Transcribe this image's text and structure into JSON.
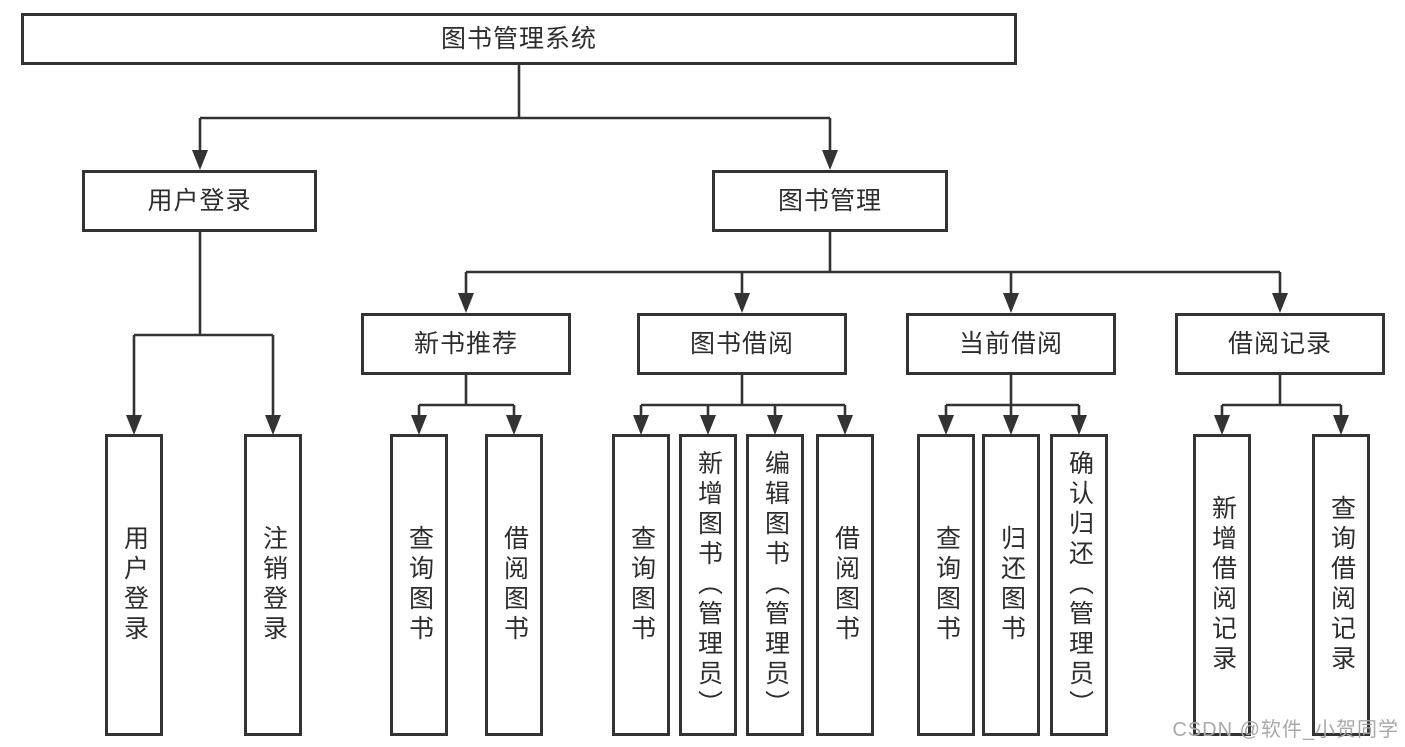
{
  "tree": {
    "label": "图书管理系统",
    "children": [
      {
        "label": "用户登录",
        "children": [
          {
            "label": "用户登录"
          },
          {
            "label": "注销登录"
          }
        ]
      },
      {
        "label": "图书管理",
        "children": [
          {
            "label": "新书推荐",
            "children": [
              {
                "label": "查询图书"
              },
              {
                "label": "借阅图书"
              }
            ]
          },
          {
            "label": "图书借阅",
            "children": [
              {
                "label": "查询图书"
              },
              {
                "label": "新增图书（管理员）"
              },
              {
                "label": "编辑图书（管理员）"
              },
              {
                "label": "借阅图书"
              }
            ]
          },
          {
            "label": "当前借阅",
            "children": [
              {
                "label": "查询图书"
              },
              {
                "label": "归还图书"
              },
              {
                "label": "确认归还（管理员）"
              }
            ]
          },
          {
            "label": "借阅记录",
            "children": [
              {
                "label": "新增借阅记录"
              },
              {
                "label": "查询借阅记录"
              }
            ]
          }
        ]
      }
    ]
  },
  "watermark": {
    "text": "CSDN @软件_小贺同学"
  },
  "colors": {
    "line": "#333333",
    "text": "#2d2d2d",
    "watermark": "#a9a9a9"
  }
}
